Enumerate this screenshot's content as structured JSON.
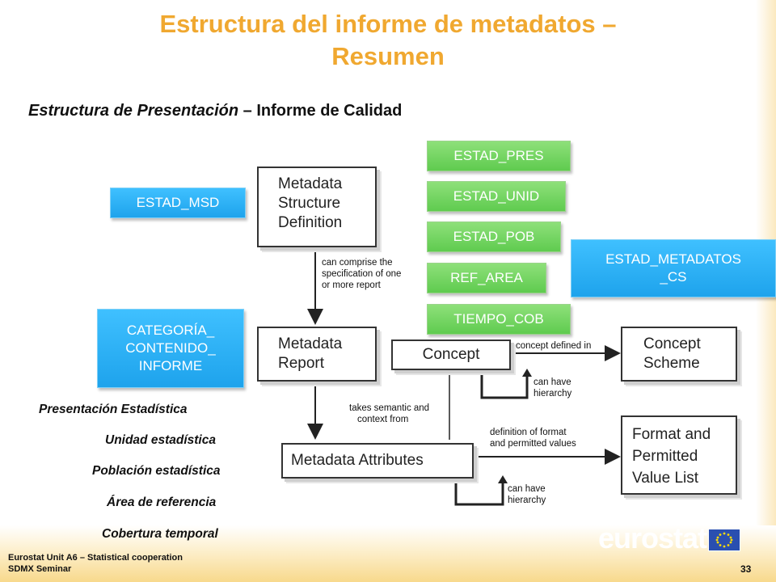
{
  "title": {
    "line1": "Estructura del informe de metadatos –",
    "line2": "Resumen"
  },
  "subtitle": {
    "italic": "Estructura de Presentación",
    "rest": " – Informe de Calidad"
  },
  "green_labels": [
    "ESTAD_PRES",
    "ESTAD_UNID",
    "ESTAD_POB",
    "REF_AREA",
    "TIEMPO_COB"
  ],
  "blue_labels": {
    "msd": "ESTAD_MSD",
    "categoria": [
      "CATEGORÍA_",
      "CONTENIDO_",
      "INFORME"
    ],
    "metadatos_cs": [
      "ESTAD_METADATOS",
      "_CS"
    ]
  },
  "boxes": {
    "msd": [
      "Metadata",
      "Structure",
      "Definition"
    ],
    "report": [
      "Metadata",
      "Report"
    ],
    "concept": "Concept",
    "concept_scheme": [
      "Concept",
      "Scheme"
    ],
    "attributes": "Metadata Attributes",
    "format": [
      "Format and",
      "Permitted",
      "Value List"
    ]
  },
  "connector_labels": {
    "can_comprise": [
      "can comprise the",
      "specification of one",
      "or more report"
    ],
    "concept_defined_in": "concept defined in",
    "can_have_hierarchy_1": [
      "can have",
      "hierarchy"
    ],
    "takes_semantic": [
      "takes semantic and",
      "context from"
    ],
    "definition_format": [
      "definition of format",
      "and permitted values"
    ],
    "can_have_hierarchy_2": [
      "can have",
      "hierarchy"
    ]
  },
  "attribute_items": [
    "Presentación Estadística",
    "Unidad estadística",
    "Población estadística",
    "Área de referencia",
    "Cobertura temporal"
  ],
  "footer": {
    "line1": "Eurostat Unit  A6 – Statistical cooperation",
    "line2": "SDMX Seminar",
    "page": "33",
    "logo": "eurostat"
  },
  "colors": {
    "title": "#f0a830",
    "green": "#6fd35f",
    "blue": "#29b1f5"
  }
}
